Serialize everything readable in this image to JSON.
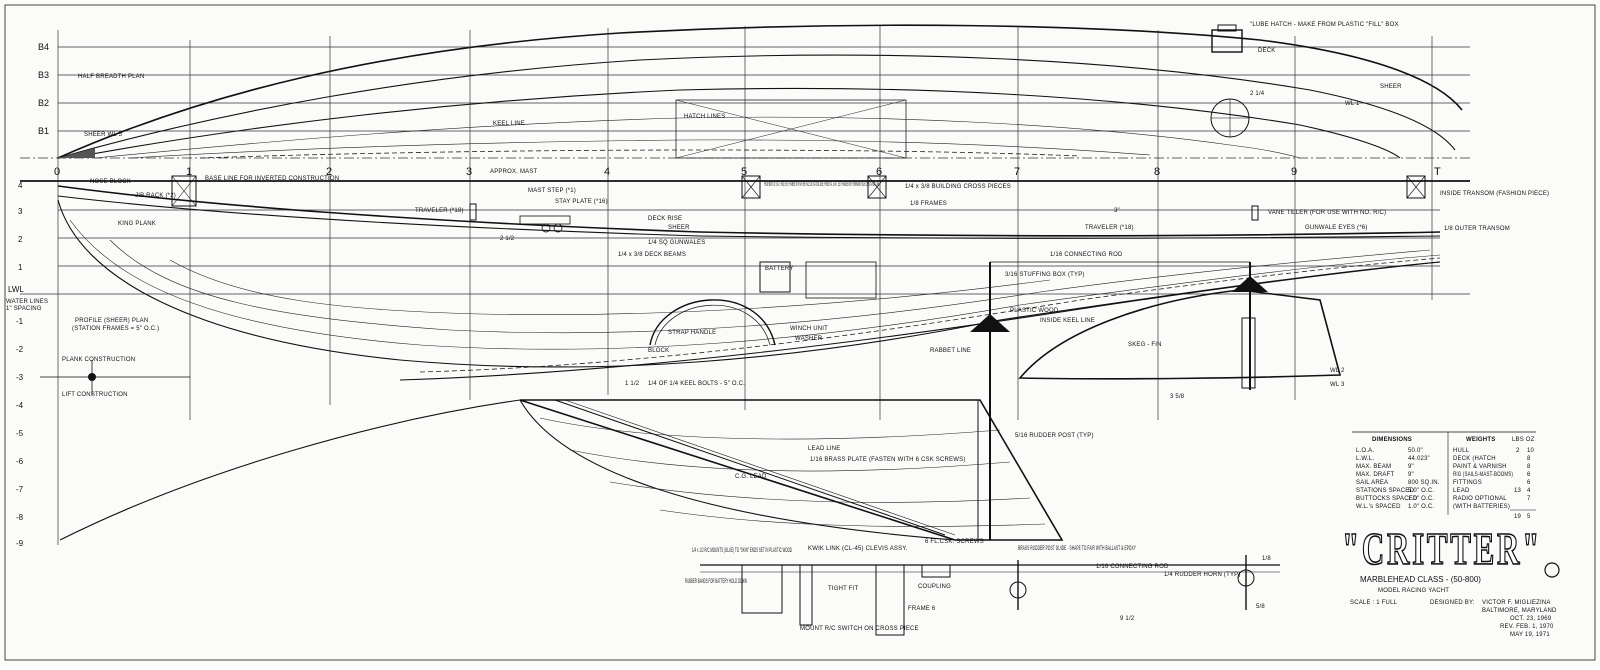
{
  "title": "\"CRITTER\"",
  "subtitle": "MARBLEHEAD CLASS - (50-800)",
  "subtitle2": "MODEL RACING YACHT",
  "scale": "SCALE : 1 FULL",
  "designer": {
    "label": "DESIGNED BY:",
    "name": "VICTOR F. MIGLIEZINA",
    "city": "BALTIMORE, MARYLAND",
    "dates": [
      "OCT. 23, 1969",
      "REV. FEB. 1, 1970",
      "MAY 19, 1971"
    ]
  },
  "views": {
    "half_breadth": "HALF BREADTH PLAN",
    "profile": "PROFILE (SHEER) PLAN",
    "profile_sub": "(STATION FRAMES = 5\" O.C.)",
    "plank": "PLANK CONSTRUCTION",
    "lift": "LIFT CONSTRUCTION"
  },
  "buttock_labels": [
    "B4",
    "B3",
    "B2",
    "B1"
  ],
  "station_labels": [
    "0",
    "1",
    "2",
    "3",
    "4",
    "5",
    "6",
    "7",
    "8",
    "9",
    "T"
  ],
  "waterline_labels": [
    "4",
    "3",
    "2",
    "1",
    "LWL",
    "-1",
    "-2",
    "-3",
    "-4",
    "-5",
    "-6",
    "-7",
    "-8",
    "-9"
  ],
  "water_lines_note": [
    "WATER LINES",
    "1\" SPACING"
  ],
  "dimensions": {
    "heading": "DIMENSIONS",
    "rows": [
      {
        "name": "L.O.A.",
        "value": "50.0\""
      },
      {
        "name": "L.W.L.",
        "value": "44.023\""
      },
      {
        "name": "MAX. BEAM",
        "value": "9\""
      },
      {
        "name": "MAX. DRAFT",
        "value": "9\""
      },
      {
        "name": "SAIL AREA",
        "value": "800 SQ.IN."
      },
      {
        "name": "STATIONS SPACED",
        "value": "5.0\" O.C."
      },
      {
        "name": "BUTTOCKS SPACED",
        "value": "1.0\" O.C."
      },
      {
        "name": "W.L.'s SPACED",
        "value": "1.0\" O.C."
      }
    ]
  },
  "weights": {
    "heading": "WEIGHTS",
    "unit": "LBS  OZ",
    "rows": [
      {
        "name": "HULL",
        "lbs": "2",
        "oz": "10"
      },
      {
        "name": "DECK (HATCH",
        "lbs": "",
        "oz": "8"
      },
      {
        "name": "PAINT & VARNISH",
        "lbs": "",
        "oz": "8"
      },
      {
        "name": "RIG (SAILS-MAST-BOOMS)",
        "lbs": "",
        "oz": "6"
      },
      {
        "name": "FITTINGS",
        "lbs": "",
        "oz": "6"
      },
      {
        "name": "LEAD",
        "lbs": "13",
        "oz": "4"
      },
      {
        "name": "RADIO OPTIONAL",
        "lbs": "",
        "oz": "7"
      },
      {
        "name": "(WITH BATTERIES)",
        "lbs": "",
        "oz": ""
      }
    ],
    "total_lbs": "19",
    "total_oz": "5"
  },
  "notes": {
    "lube_hatch": "\"LUBE HATCH - MAKE FROM PLASTIC \"FILL\" BOX",
    "deck": "DECK",
    "sheer_wl5": "SHEER WL 5",
    "sheer": "SHEER",
    "wl1": "WL 1",
    "wl2": "WL 2",
    "wl3": "WL 3",
    "keel_line": "KEEL LINE",
    "hatch_lines": "HATCH LINES",
    "nose_block": "NOSE BLOCK",
    "base_line": "BASE LINE FOR INVERTED CONSTRUCTION",
    "approx_mast": "APPROX. MAST",
    "jib_rack": "JIB RACK (*2)",
    "mast_step": "MAST STEP (*1)",
    "stay_plate": "STAY PLATE (*16)",
    "traveler": "TRAVELER (*18)",
    "king_plank": "KING PLANK",
    "deck_rise": "DECK RISE",
    "sheer2": "SHEER",
    "gunwales": "1/4 SQ GUNWALES",
    "deck_beams": "1/4 x 3/8 DECK BEAMS",
    "frames_note": "FROM BOW TO STA. 5 FWD. SET FRAMES WITH AFTER FACE ON STATION LINE. FROM STA. 5 AFT. SET FRAMES WITH FORWARD FACE ON STATION LINE",
    "building_cross_pieces": "1/4 x 3/8 BUILDING CROSS PIECES",
    "frames": "1/8 FRAMES",
    "transom": "INSIDE TRANSOM (FASHION PIECE)",
    "vane_tiller": "VANE TILLER (FOR USE WITH NO. R/C)",
    "gunwale_eyes": "GUNWALE EYES (*6)",
    "traveler2": "TRAVELER (*18)",
    "outer_transom": "1/8 OUTER TRANSOM",
    "connecting_rod": "1/16 CONNECTING ROD",
    "stuffing_box": "3/16 STUFFING BOX (TYP)",
    "battery": "BATTERY",
    "plastic_wood": "PLASTIC WOOD",
    "inside_keel": "INSIDE KEEL LINE",
    "rabbet": "RABBET LINE",
    "skeg_fin": "SKEG - FIN",
    "strap_handle": "STRAP HANDLE",
    "winch_unit": "WINCH UNIT",
    "washer": "WASHER",
    "block": "BLOCK",
    "keel_bolts": "1/4 OF 1/4 KEEL BOLTS - 5\" O.C.",
    "lead_line": "LEAD LINE",
    "brass_plate": "1/16 BRASS PLATE (FASTEN WITH 6 CSK SCREWS)",
    "rudder_post": "5/16 RUDDER POST (TYP)",
    "cg_lead": "C.G. LEAD",
    "csk_screws": "6 FL.CSK. SCREWS",
    "brass_guide": "BRASS RUDDER POST GUIDE - SHAPE TO FAIR WITH BALLAST & EPOXY",
    "mounts": "1/4 x 1/2 R/C MOUNTS (GLUE) TO \"SKIN\" ENDS SET IN PLASTIC WOOD",
    "rubber_bands": "RUBBER BANDS FOR BATTERY HOLD DOWN",
    "kwik_link": "KWIK LINK (CL-45) CLEVIS ASSY.",
    "tight_fit": "TIGHT FIT",
    "coupling": "COUPLING",
    "mount_switch": "MOUNT R/C SWITCH ON CROSS PIECE",
    "frame6": "FRAME 6",
    "rudder_horn": "1/4 RUDDER HORN (TYP)",
    "connecting_rod2": "1/16 CONNECTING ROD",
    "dims": [
      "2 1/2",
      "1 1/2",
      "3 5/8",
      "9 1/2",
      "3\"",
      "1/8",
      "5/8",
      "2 1/4"
    ]
  }
}
